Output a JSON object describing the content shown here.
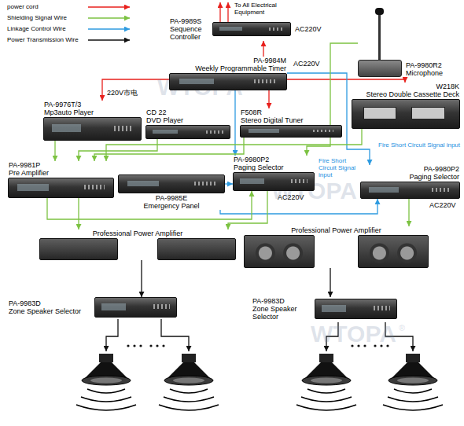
{
  "diagram": {
    "nodes": [
      {
        "text": [
          "PA-9989S",
          "Sequence Controller"
        ]
      },
      {
        "text": [
          "PA-9984M",
          "Weekly Programmable Timer"
        ]
      },
      {
        "text": [
          "PA-9980R2",
          "Microphone"
        ]
      },
      {
        "text": [
          "PA-9976T/3",
          "Mp3auto Player"
        ]
      },
      {
        "text": [
          "CD 22",
          "DVD Player"
        ]
      },
      {
        "text": [
          "F508R",
          "Stereo Digital Tuner"
        ]
      },
      {
        "text": [
          "W218K",
          "Stereo Double Cassette Deck"
        ]
      },
      {
        "text": [
          "PA-9981P",
          "Pre Amplifier"
        ]
      },
      {
        "text": [
          "PA-9985E",
          "Emergency Panel"
        ]
      },
      {
        "text": [
          "PA-9980P2",
          "Paging Selector"
        ]
      },
      {
        "text": [
          "PA-9980P2",
          "Paging Selector"
        ]
      },
      {
        "text": [
          "Professional Power Amplifier"
        ]
      },
      {
        "text": [
          "Professional Power Amplifier"
        ]
      },
      {
        "text": [
          "PA-9983D",
          "Zone Speaker Selector"
        ]
      },
      {
        "text": [
          "PA-9983D",
          "Zone Speaker Selector"
        ]
      }
    ],
    "edges": [
      {
        "from": 1,
        "to": 0,
        "arrow": "to"
      },
      {
        "from": 1,
        "to": 6,
        "arrow": "to"
      },
      {
        "from": 1,
        "to": 5,
        "arrow": "to"
      },
      {
        "from": 1,
        "to": 3,
        "arrow": "to"
      },
      {
        "from": 1,
        "to": 9,
        "arrow": "to"
      },
      {
        "from": 1,
        "to": 10,
        "arrow": "to"
      },
      {
        "from": 8,
        "to": 9,
        "arrow": "to"
      },
      {
        "from": 8,
        "to": 10,
        "arrow": "to"
      },
      {
        "from": 2,
        "to": 9,
        "arrow": "to"
      },
      {
        "from": 3,
        "to": 7,
        "arrow": "to"
      },
      {
        "from": 4,
        "to": 7,
        "arrow": "to"
      },
      {
        "from": 5,
        "to": 7,
        "arrow": "to"
      },
      {
        "from": 6,
        "to": 7,
        "arrow": "to"
      },
      {
        "from": 7,
        "to": 11,
        "arrow": "to"
      },
      {
        "from": 7,
        "to": 9,
        "arrow": "to"
      },
      {
        "from": 9,
        "to": 11,
        "arrow": "to"
      },
      {
        "from": 10,
        "to": 12,
        "arrow": "to"
      },
      {
        "from": 11,
        "to": 13,
        "arrow": "to"
      },
      {
        "from": 12,
        "to": 14,
        "arrow": "to"
      }
    ],
    "labels": [
      "To All Electrical Equipment",
      "AC220V",
      "AC220V",
      "220V市电",
      "Fire Short Circuit Signal input",
      "Fire Short Circuit Signal input",
      "AC220V",
      "AC220V",
      "WTOPA",
      "®",
      "WTOPA",
      "®",
      "WTOPA",
      "®"
    ],
    "legend": [
      {
        "text": "power cord"
      },
      {
        "text": "Shielding Signal Wire"
      },
      {
        "text": "Linkage Control Wire"
      },
      {
        "text": "Power Transmission Wire"
      }
    ]
  }
}
